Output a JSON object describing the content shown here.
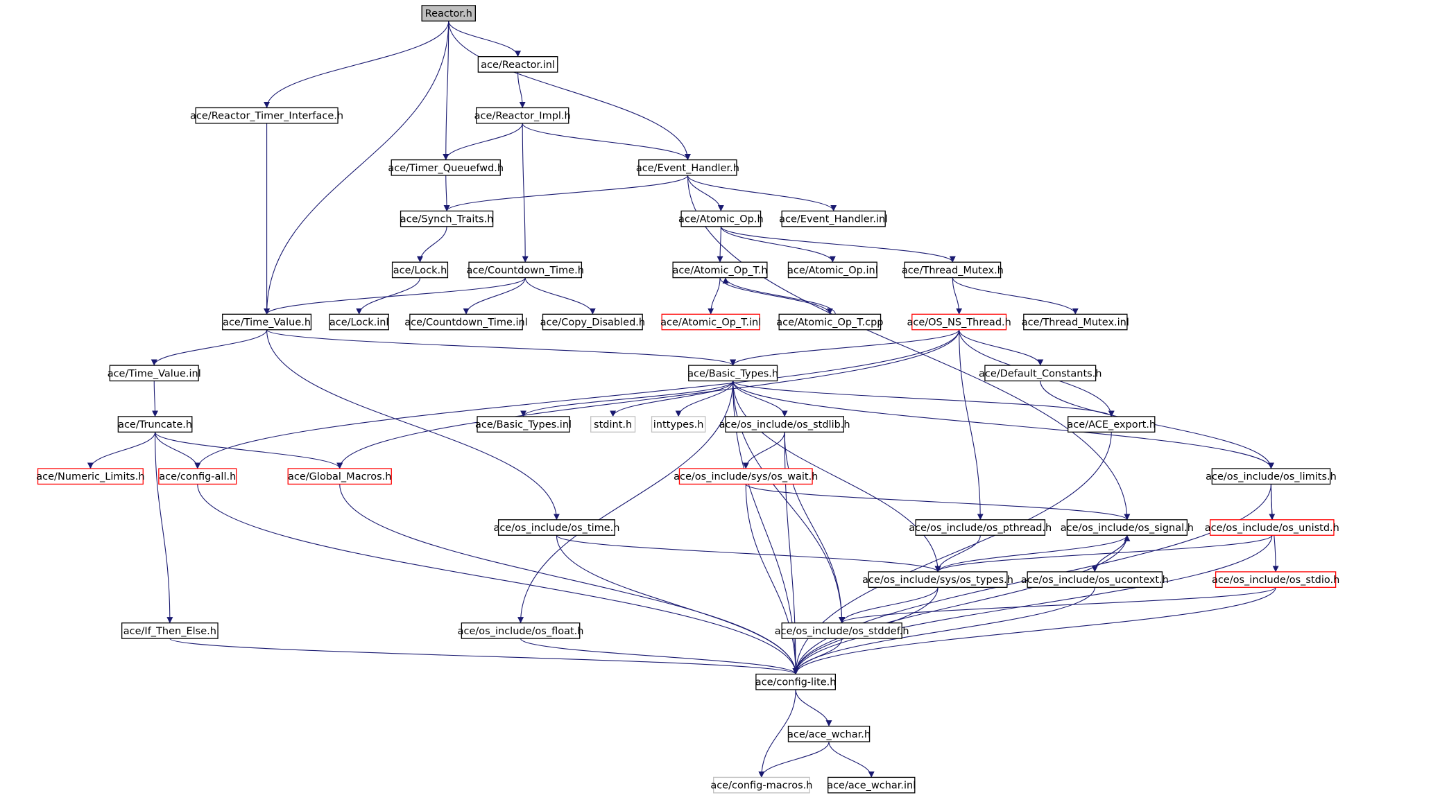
{
  "colors": {
    "edge": "#191970",
    "root_fill": "#bfbfbf",
    "normal_border": "#000000",
    "truncated_border": "#ff0000",
    "system_border": "#bfbfbf",
    "background": "#ffffff"
  },
  "nodes": [
    {
      "id": "reactor_h",
      "label": "Reactor.h",
      "style": "root"
    },
    {
      "id": "reactor_inl",
      "label": "ace/Reactor.inl",
      "style": "normal"
    },
    {
      "id": "rti_h",
      "label": "ace/Reactor_Timer_Interface.h",
      "style": "normal"
    },
    {
      "id": "reactor_impl_h",
      "label": "ace/Reactor_Impl.h",
      "style": "normal"
    },
    {
      "id": "tqfwd_h",
      "label": "ace/Timer_Queuefwd.h",
      "style": "normal"
    },
    {
      "id": "event_handler_h",
      "label": "ace/Event_Handler.h",
      "style": "normal"
    },
    {
      "id": "synch_traits_h",
      "label": "ace/Synch_Traits.h",
      "style": "normal"
    },
    {
      "id": "atomic_op_h",
      "label": "ace/Atomic_Op.h",
      "style": "normal"
    },
    {
      "id": "event_handler_inl",
      "label": "ace/Event_Handler.inl",
      "style": "normal"
    },
    {
      "id": "lock_h",
      "label": "ace/Lock.h",
      "style": "normal"
    },
    {
      "id": "countdown_h",
      "label": "ace/Countdown_Time.h",
      "style": "normal"
    },
    {
      "id": "atomic_op_t_h",
      "label": "ace/Atomic_Op_T.h",
      "style": "normal"
    },
    {
      "id": "atomic_op_inl",
      "label": "ace/Atomic_Op.inl",
      "style": "normal"
    },
    {
      "id": "thread_mutex_h",
      "label": "ace/Thread_Mutex.h",
      "style": "normal"
    },
    {
      "id": "time_value_h",
      "label": "ace/Time_Value.h",
      "style": "normal"
    },
    {
      "id": "lock_inl",
      "label": "ace/Lock.inl",
      "style": "normal"
    },
    {
      "id": "countdown_inl",
      "label": "ace/Countdown_Time.inl",
      "style": "normal"
    },
    {
      "id": "copy_disabled_h",
      "label": "ace/Copy_Disabled.h",
      "style": "normal"
    },
    {
      "id": "atomic_op_t_inl",
      "label": "ace/Atomic_Op_T.inl",
      "style": "truncated"
    },
    {
      "id": "atomic_op_t_cpp",
      "label": "ace/Atomic_Op_T.cpp",
      "style": "normal"
    },
    {
      "id": "os_ns_thread_h",
      "label": "ace/OS_NS_Thread.h",
      "style": "truncated"
    },
    {
      "id": "thread_mutex_inl",
      "label": "ace/Thread_Mutex.inl",
      "style": "normal"
    },
    {
      "id": "time_value_inl",
      "label": "ace/Time_Value.inl",
      "style": "normal"
    },
    {
      "id": "basic_types_h",
      "label": "ace/Basic_Types.h",
      "style": "normal"
    },
    {
      "id": "default_constants_h",
      "label": "ace/Default_Constants.h",
      "style": "normal"
    },
    {
      "id": "truncate_h",
      "label": "ace/Truncate.h",
      "style": "normal"
    },
    {
      "id": "basic_types_inl",
      "label": "ace/Basic_Types.inl",
      "style": "normal"
    },
    {
      "id": "stdint_h",
      "label": "stdint.h",
      "style": "system"
    },
    {
      "id": "inttypes_h",
      "label": "inttypes.h",
      "style": "system"
    },
    {
      "id": "os_stdlib_h",
      "label": "ace/os_include/os_stdlib.h",
      "style": "normal"
    },
    {
      "id": "ace_export_h",
      "label": "ace/ACE_export.h",
      "style": "normal"
    },
    {
      "id": "numeric_limits_h",
      "label": "ace/Numeric_Limits.h",
      "style": "truncated"
    },
    {
      "id": "config_all_h",
      "label": "ace/config-all.h",
      "style": "truncated"
    },
    {
      "id": "global_macros_h",
      "label": "ace/Global_Macros.h",
      "style": "truncated"
    },
    {
      "id": "os_wait_h",
      "label": "ace/os_include/sys/os_wait.h",
      "style": "truncated"
    },
    {
      "id": "os_limits_h",
      "label": "ace/os_include/os_limits.h",
      "style": "normal"
    },
    {
      "id": "os_time_h",
      "label": "ace/os_include/os_time.h",
      "style": "normal"
    },
    {
      "id": "os_pthread_h",
      "label": "ace/os_include/os_pthread.h",
      "style": "normal"
    },
    {
      "id": "os_signal_h",
      "label": "ace/os_include/os_signal.h",
      "style": "normal"
    },
    {
      "id": "os_unistd_h",
      "label": "ace/os_include/os_unistd.h",
      "style": "truncated"
    },
    {
      "id": "os_types_h",
      "label": "ace/os_include/sys/os_types.h",
      "style": "normal"
    },
    {
      "id": "os_ucontext_h",
      "label": "ace/os_include/os_ucontext.h",
      "style": "normal"
    },
    {
      "id": "os_stdio_h",
      "label": "ace/os_include/os_stdio.h",
      "style": "truncated"
    },
    {
      "id": "if_then_else_h",
      "label": "ace/If_Then_Else.h",
      "style": "normal"
    },
    {
      "id": "os_float_h",
      "label": "ace/os_include/os_float.h",
      "style": "normal"
    },
    {
      "id": "os_stddef_h",
      "label": "ace/os_include/os_stddef.h",
      "style": "normal"
    },
    {
      "id": "config_lite_h",
      "label": "ace/config-lite.h",
      "style": "normal"
    },
    {
      "id": "ace_wchar_h",
      "label": "ace/ace_wchar.h",
      "style": "normal"
    },
    {
      "id": "config_macros_h",
      "label": "ace/config-macros.h",
      "style": "system"
    },
    {
      "id": "ace_wchar_inl",
      "label": "ace/ace_wchar.inl",
      "style": "normal"
    }
  ],
  "edges": [
    [
      "reactor_h",
      "rti_h"
    ],
    [
      "reactor_h",
      "time_value_h"
    ],
    [
      "reactor_h",
      "tqfwd_h"
    ],
    [
      "reactor_h",
      "reactor_inl"
    ],
    [
      "reactor_h",
      "event_handler_h"
    ],
    [
      "reactor_inl",
      "reactor_impl_h"
    ],
    [
      "rti_h",
      "time_value_h"
    ],
    [
      "reactor_impl_h",
      "tqfwd_h"
    ],
    [
      "reactor_impl_h",
      "event_handler_h"
    ],
    [
      "reactor_impl_h",
      "countdown_h"
    ],
    [
      "tqfwd_h",
      "synch_traits_h"
    ],
    [
      "event_handler_h",
      "synch_traits_h"
    ],
    [
      "event_handler_h",
      "atomic_op_h"
    ],
    [
      "event_handler_h",
      "event_handler_inl"
    ],
    [
      "event_handler_h",
      "os_signal_h"
    ],
    [
      "synch_traits_h",
      "lock_h"
    ],
    [
      "lock_h",
      "lock_inl"
    ],
    [
      "countdown_h",
      "time_value_h"
    ],
    [
      "countdown_h",
      "countdown_inl"
    ],
    [
      "countdown_h",
      "copy_disabled_h"
    ],
    [
      "atomic_op_h",
      "atomic_op_t_h"
    ],
    [
      "atomic_op_h",
      "atomic_op_inl"
    ],
    [
      "atomic_op_h",
      "thread_mutex_h"
    ],
    [
      "atomic_op_t_h",
      "atomic_op_t_inl"
    ],
    [
      "atomic_op_t_h",
      "atomic_op_t_cpp"
    ],
    [
      "atomic_op_t_cpp",
      "atomic_op_t_h"
    ],
    [
      "thread_mutex_h",
      "os_ns_thread_h"
    ],
    [
      "thread_mutex_h",
      "thread_mutex_inl"
    ],
    [
      "time_value_h",
      "time_value_inl"
    ],
    [
      "time_value_h",
      "basic_types_h"
    ],
    [
      "time_value_h",
      "os_time_h"
    ],
    [
      "time_value_inl",
      "truncate_h"
    ],
    [
      "os_ns_thread_h",
      "config_all_h"
    ],
    [
      "os_ns_thread_h",
      "global_macros_h"
    ],
    [
      "os_ns_thread_h",
      "basic_types_h"
    ],
    [
      "os_ns_thread_h",
      "default_constants_h"
    ],
    [
      "os_ns_thread_h",
      "ace_export_h"
    ],
    [
      "os_ns_thread_h",
      "os_pthread_h"
    ],
    [
      "basic_types_h",
      "basic_types_inl"
    ],
    [
      "basic_types_h",
      "stdint_h"
    ],
    [
      "basic_types_h",
      "inttypes_h"
    ],
    [
      "basic_types_h",
      "os_stdlib_h"
    ],
    [
      "basic_types_h",
      "ace_export_h"
    ],
    [
      "basic_types_h",
      "os_limits_h"
    ],
    [
      "basic_types_h",
      "os_float_h"
    ],
    [
      "basic_types_h",
      "os_types_h"
    ],
    [
      "basic_types_h",
      "os_stddef_h"
    ],
    [
      "basic_types_h",
      "config_lite_h"
    ],
    [
      "default_constants_h",
      "os_limits_h"
    ],
    [
      "truncate_h",
      "numeric_limits_h"
    ],
    [
      "truncate_h",
      "config_all_h"
    ],
    [
      "truncate_h",
      "global_macros_h"
    ],
    [
      "truncate_h",
      "if_then_else_h"
    ],
    [
      "os_stdlib_h",
      "os_wait_h"
    ],
    [
      "os_stdlib_h",
      "os_stddef_h"
    ],
    [
      "os_stdlib_h",
      "config_lite_h"
    ],
    [
      "ace_export_h",
      "config_lite_h"
    ],
    [
      "config_all_h",
      "config_lite_h"
    ],
    [
      "global_macros_h",
      "config_lite_h"
    ],
    [
      "os_wait_h",
      "os_signal_h"
    ],
    [
      "os_wait_h",
      "config_lite_h"
    ],
    [
      "os_limits_h",
      "os_unistd_h"
    ],
    [
      "os_limits_h",
      "os_stdio_h"
    ],
    [
      "os_limits_h",
      "config_lite_h"
    ],
    [
      "os_time_h",
      "os_types_h"
    ],
    [
      "os_time_h",
      "config_lite_h"
    ],
    [
      "os_pthread_h",
      "os_types_h"
    ],
    [
      "os_signal_h",
      "os_types_h"
    ],
    [
      "os_signal_h",
      "os_ucontext_h"
    ],
    [
      "os_signal_h",
      "config_lite_h"
    ],
    [
      "os_ucontext_h",
      "os_signal_h"
    ],
    [
      "os_ucontext_h",
      "config_lite_h"
    ],
    [
      "os_unistd_h",
      "os_types_h"
    ],
    [
      "os_unistd_h",
      "config_lite_h"
    ],
    [
      "os_types_h",
      "os_stddef_h"
    ],
    [
      "os_types_h",
      "config_lite_h"
    ],
    [
      "os_stdio_h",
      "os_stddef_h"
    ],
    [
      "os_stdio_h",
      "config_lite_h"
    ],
    [
      "if_then_else_h",
      "config_lite_h"
    ],
    [
      "os_float_h",
      "config_lite_h"
    ],
    [
      "os_stddef_h",
      "config_lite_h"
    ],
    [
      "config_lite_h",
      "ace_wchar_h"
    ],
    [
      "config_lite_h",
      "config_macros_h"
    ],
    [
      "ace_wchar_h",
      "config_macros_h"
    ],
    [
      "ace_wchar_h",
      "ace_wchar_inl"
    ]
  ]
}
